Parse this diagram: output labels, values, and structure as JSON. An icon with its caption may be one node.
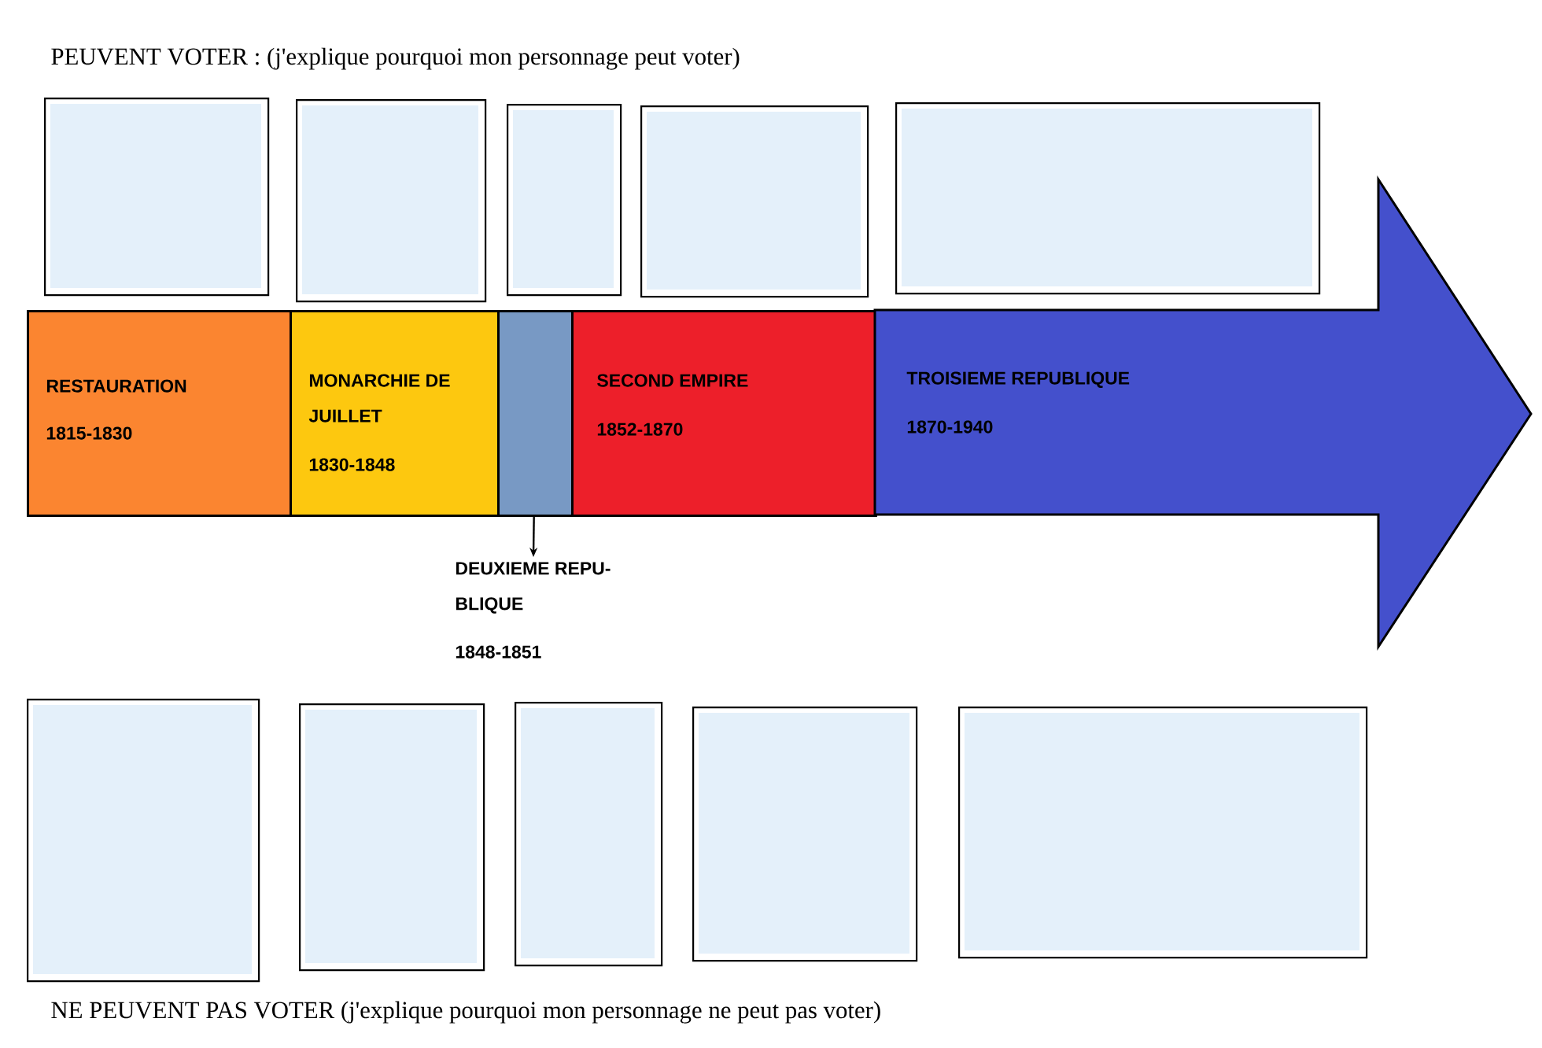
{
  "diagram": {
    "nodes": [
      {
        "text": [],
        "shape": "box"
      },
      {
        "text": [],
        "shape": "box"
      },
      {
        "text": [],
        "shape": "box"
      },
      {
        "text": [],
        "shape": "box"
      },
      {
        "text": [],
        "shape": "box"
      },
      {
        "text": [
          "RESTAURATION",
          "1815-1830"
        ]
      },
      {
        "text": [
          "MONARCHIE DE JUILLET",
          "1830-1848"
        ]
      },
      {
        "text": [],
        "shape": "box"
      },
      {
        "text": [
          "SECOND EMPIRE",
          "1852-1870"
        ]
      },
      {
        "text": [
          "TROISIEME REPUBLIQUE",
          "1870-1940"
        ]
      },
      {
        "text": [
          "DEUXIEME REPU- BLIQUE",
          "1848-1851"
        ]
      },
      {
        "text": [],
        "shape": "box"
      },
      {
        "text": [],
        "shape": "box"
      },
      {
        "text": [],
        "shape": "box"
      },
      {
        "text": [],
        "shape": "box"
      },
      {
        "text": [],
        "shape": "box"
      }
    ],
    "edges": [
      {
        "from": 7,
        "to": 10,
        "arrow": "to"
      }
    ],
    "labels": [
      "PEUVENT VOTER : (j'explique pourquoi mon personnage peut voter)",
      "NE PEUVENT PAS VOTER (j'explique pourquoi mon personnage ne peut pas voter)"
    ]
  }
}
